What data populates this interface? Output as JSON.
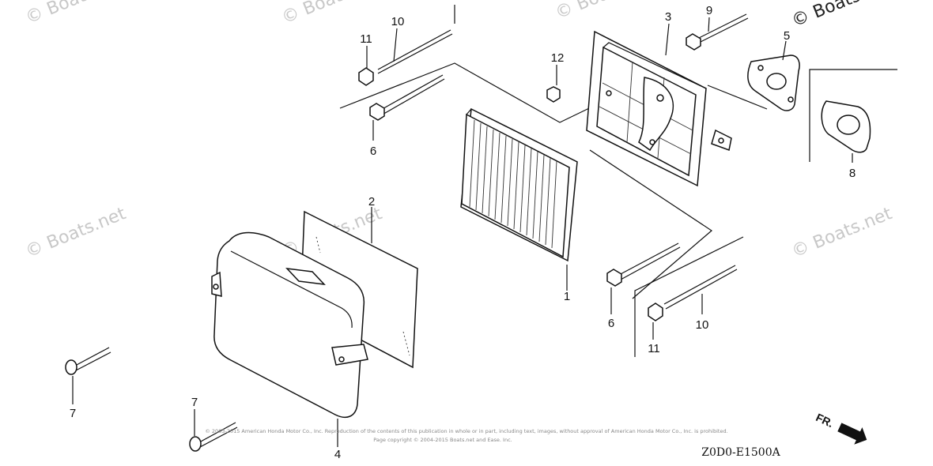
{
  "watermarks": [
    "© Boats.net",
    "© Boats.net",
    "© Boats.net",
    "© Boats.net",
    "© Boats.net",
    "© Boats.net",
    "© Boats.net"
  ],
  "callouts": {
    "c1": "1",
    "c2": "2",
    "c3": "3",
    "c4": "4",
    "c5": "5",
    "c6a": "6",
    "c6b": "6",
    "c7a": "7",
    "c7b": "7",
    "c8": "8",
    "c9": "9",
    "c10a": "10",
    "c10b": "10",
    "c11a": "11",
    "c11b": "11",
    "c12": "12"
  },
  "copyright_line1": "© 2003-2015 American Honda Motor Co., Inc. Reproduction of the contents of this publication in whole or in part, including text, images, without approval of American Honda Motor Co., Inc. is prohibited.",
  "copyright_line2": "Page copyright © 2004-2015 Boats.net and Ease. Inc.",
  "front_marker": "FR.",
  "diagram_code": "Z0D0-E1500A",
  "icons": {
    "front_arrow": "arrow-right-down-icon"
  }
}
